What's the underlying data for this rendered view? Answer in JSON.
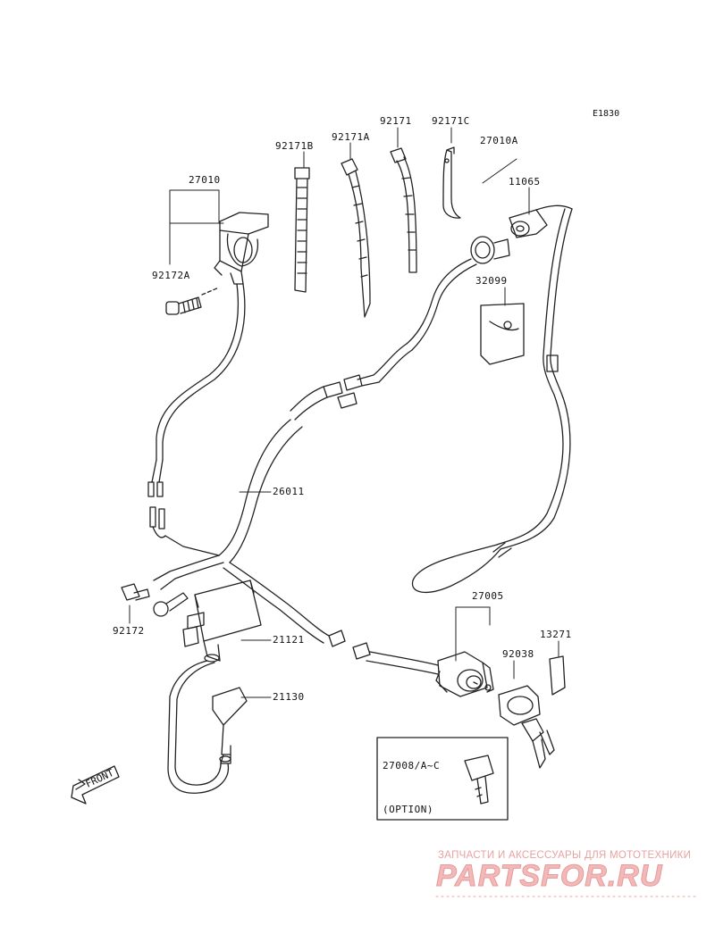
{
  "diagram": {
    "code": "E1830",
    "parts": {
      "p27010": "27010",
      "p92172A": "92172A",
      "p92171B": "92171B",
      "p92171A": "92171A",
      "p92171": "92171",
      "p92171C": "92171C",
      "p27010A": "27010A",
      "p11065": "11065",
      "p32099": "32099",
      "p26011": "26011",
      "p92172": "92172",
      "p21121": "21121",
      "p21130": "21130",
      "p27005": "27005",
      "p92038": "92038",
      "p13271": "13271",
      "p27008": "27008/A~C"
    },
    "option_box_label": "(OPTION)",
    "front_arrow_label": "FRONT"
  },
  "watermark": {
    "tagline": "ЗАПЧАСТИ И АКСЕССУАРЫ ДЛЯ МОТОТЕХНИКИ",
    "logo_text": "PARTSFOR.RU",
    "color": "#f0a0a0"
  }
}
